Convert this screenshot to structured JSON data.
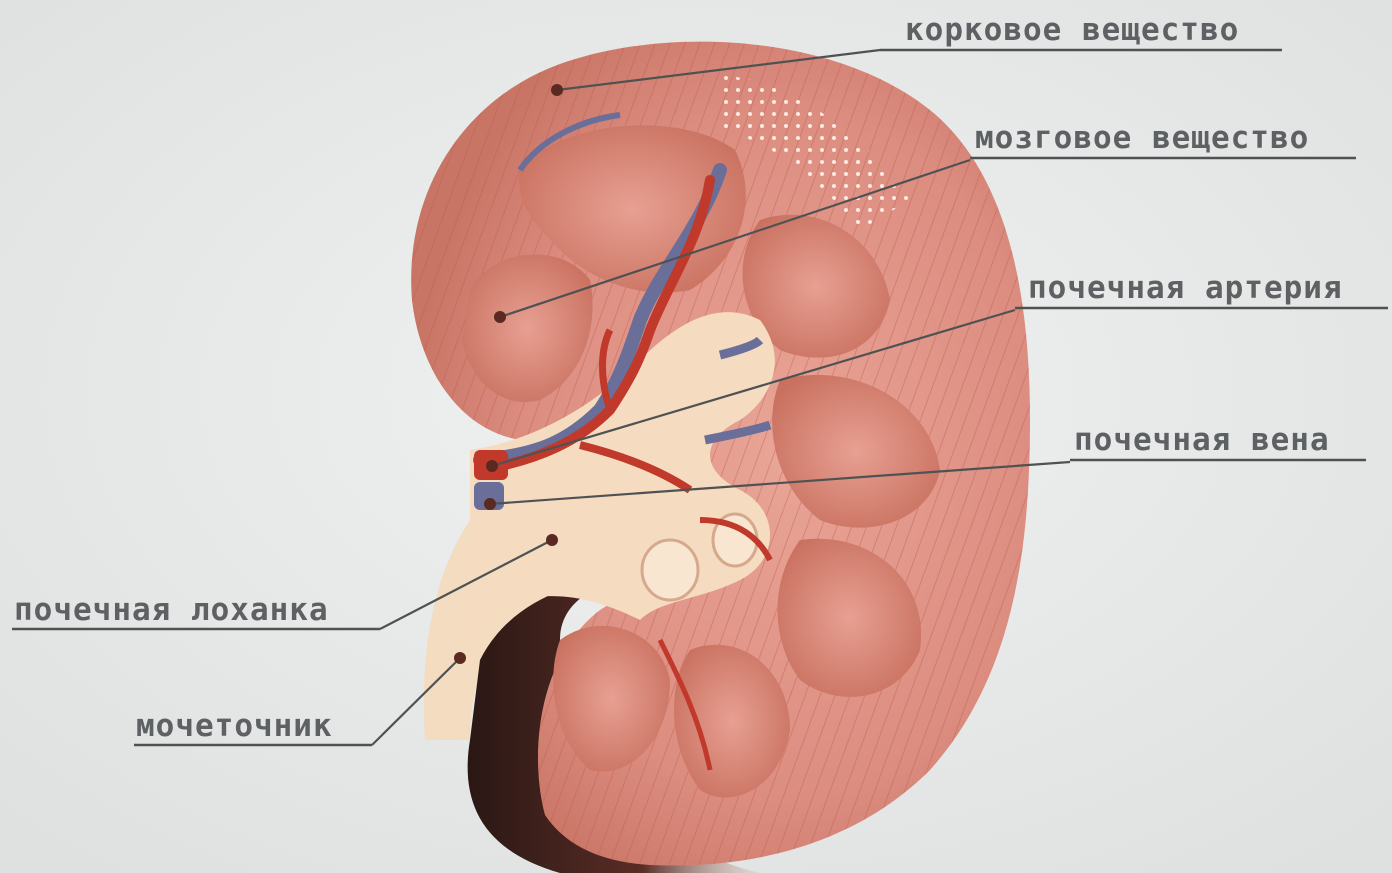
{
  "labels": {
    "cortex": "корковое вещество",
    "medulla": "мозговое вещество",
    "renal_artery": "почечная артерия",
    "renal_vein": "почечная вена",
    "renal_pelvis": "почечная лоханка",
    "ureter": "мочеточник"
  },
  "colors": {
    "background": "#e9eaea",
    "cortex": "#e0958a",
    "medulla": "#cf7a6c",
    "pelvis": "#f3d8b6",
    "artery": "#c0392b",
    "vein": "#6a6f9a",
    "label_text": "#5e6163"
  }
}
